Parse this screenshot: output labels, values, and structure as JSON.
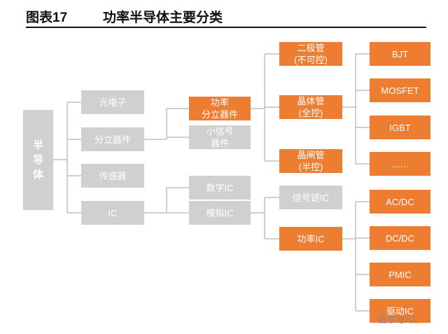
{
  "header": {
    "figure_label": "图表17",
    "title": "功率半导体主要分类"
  },
  "nodes": {
    "root": "半\n导\n体",
    "optoelectronic": "光电子",
    "discrete": "分立器件",
    "sensor": "传感器",
    "ic": "IC",
    "power_discrete": "功率\n分立器件",
    "small_signal": "小信号\n器件",
    "digital_ic": "数字IC",
    "analog_ic": "模拟IC",
    "diode": "二极管\n(不可控)",
    "thyristor_full": "晶体管\n(全控)",
    "thyristor_half": "晶闸管\n(半控)",
    "signal_chain_ic": "信号链IC",
    "power_ic": "功率IC",
    "bjt": "BJT",
    "mosfet": "MOSFET",
    "igbt": "IGBT",
    "ellipsis": "……",
    "acdc": "AC/DC",
    "dcdc": "DC/DC",
    "pmic": "PMIC",
    "driver_ic": "驱动IC"
  },
  "watermark": "百家号/认",
  "colors": {
    "accent": "#ed7d31",
    "inactive": "#d0d0d0",
    "connector": "#bfbfbf"
  }
}
